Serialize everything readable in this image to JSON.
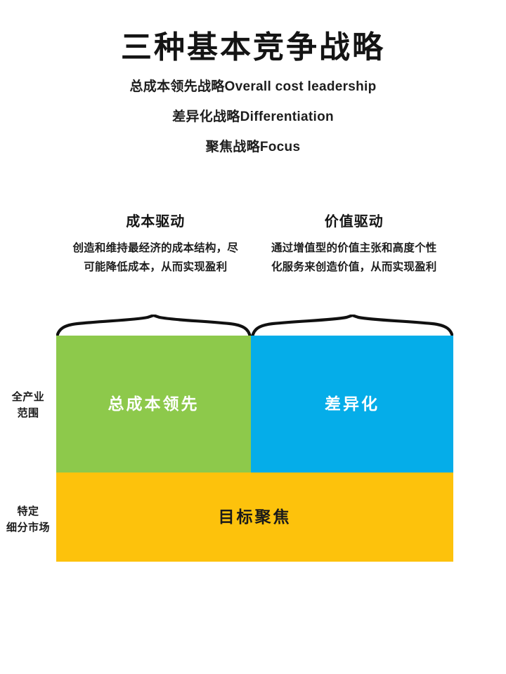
{
  "title": "三种基本竞争战略",
  "subtitles": [
    "总成本领先战略Overall cost leadership",
    "差异化战略Differentiation",
    "聚焦战略Focus"
  ],
  "drivers": [
    {
      "heading": "成本驱动",
      "description": "创造和维持最经济的成本结构，尽可能降低成本，从而实现盈利"
    },
    {
      "heading": "价值驱动",
      "description": "通过增值型的价值主张和高度个性化服务来创造价值，从而实现盈利"
    }
  ],
  "scope_labels": [
    "全产业\n范围",
    "特定\n细分市场"
  ],
  "matrix": {
    "cells": [
      {
        "label": "总成本领先",
        "color": "#8DC94B",
        "text_color": "#FFFFFF"
      },
      {
        "label": "差异化",
        "color": "#05ADE9",
        "text_color": "#FFFFFF"
      },
      {
        "label": "目标聚焦",
        "color": "#FDC20C",
        "text_color": "#1A1A1A"
      }
    ]
  },
  "colors": {
    "background": "#FFFFFF",
    "ink": "#1A1A1A",
    "green": "#8DC94B",
    "blue": "#05ADE9",
    "orange": "#FDC20C"
  },
  "brace": {
    "stroke": "#111111"
  }
}
